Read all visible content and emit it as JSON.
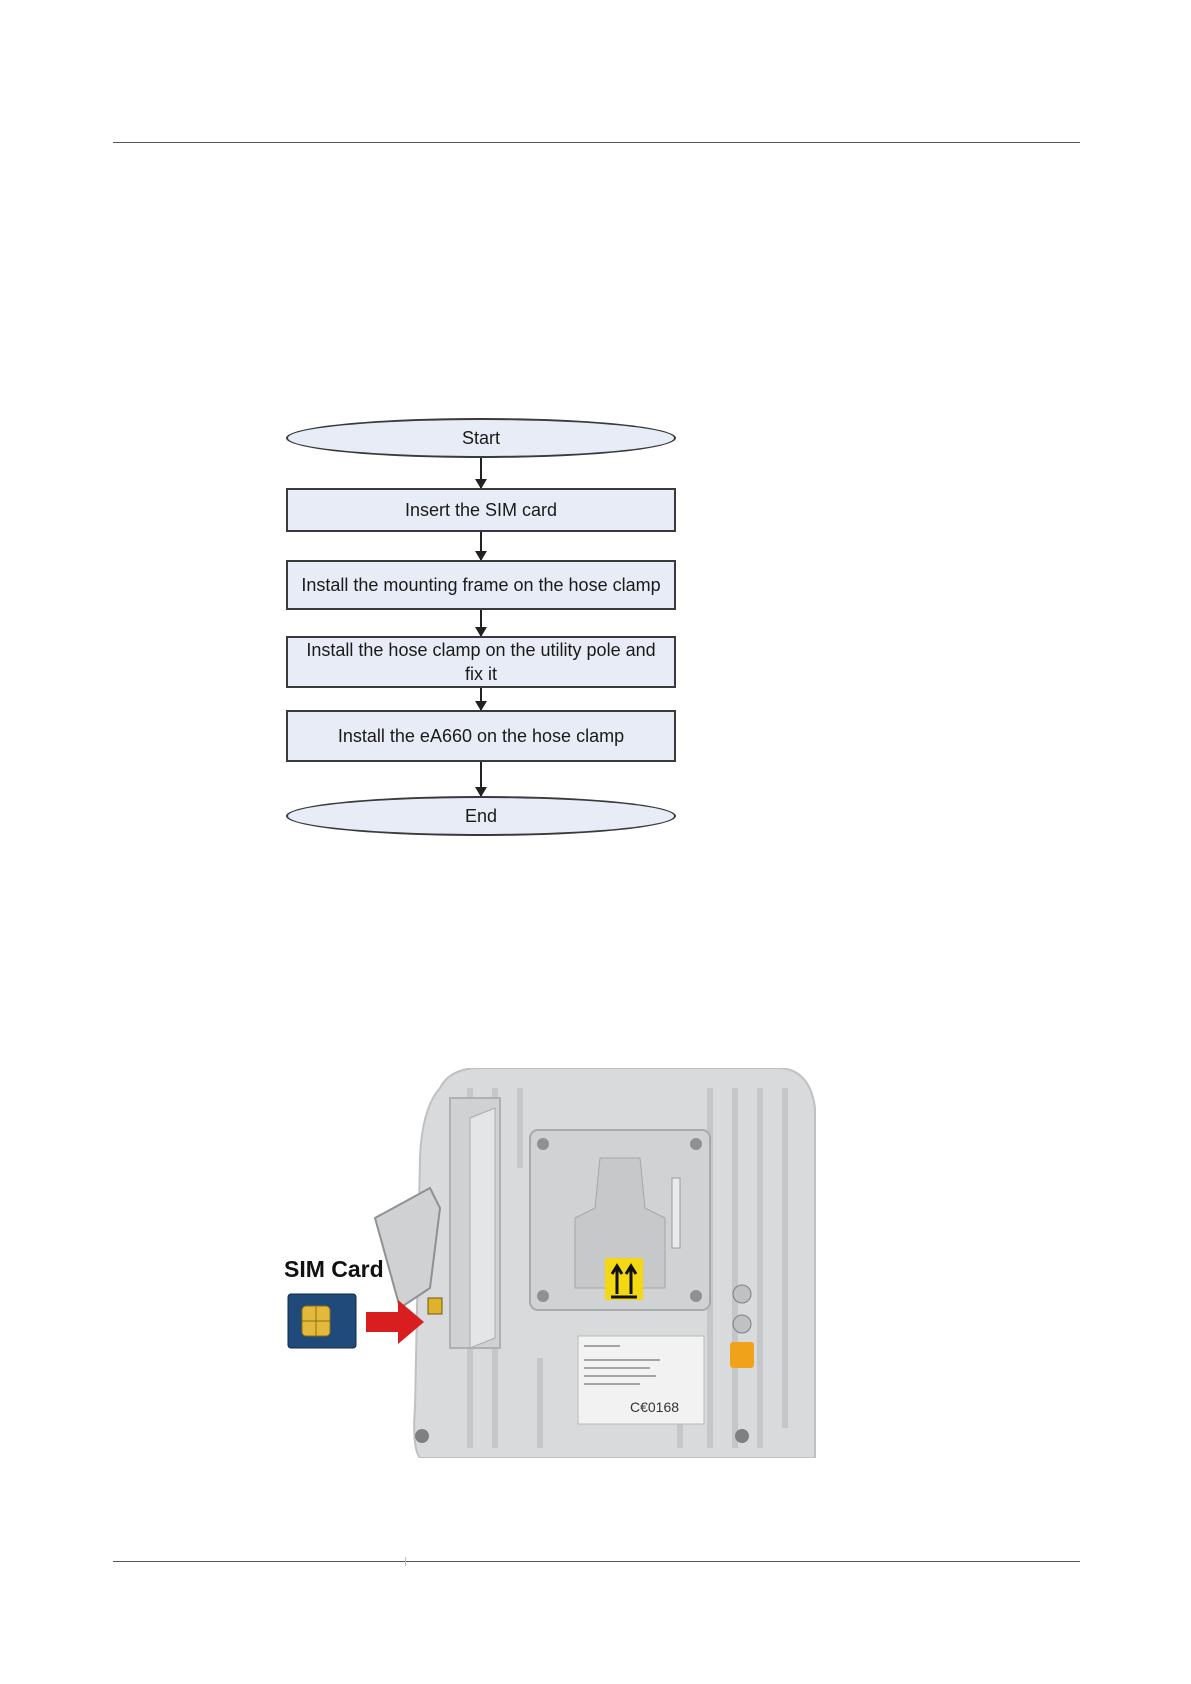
{
  "flowchart": {
    "start": "Start",
    "steps": [
      "Insert the SIM card",
      "Install the mounting frame on the hose clamp",
      "Install the hose clamp on the utility pole and  fix it",
      "Install the eA660 on the hose clamp"
    ],
    "end": "End"
  },
  "figure": {
    "sim_label": "SIM Card",
    "ce_mark": "C€0168"
  },
  "colors": {
    "node_fill": "#e8ecf6",
    "arrow_red": "#d81e1e",
    "device_grey": "#d9dadb"
  }
}
